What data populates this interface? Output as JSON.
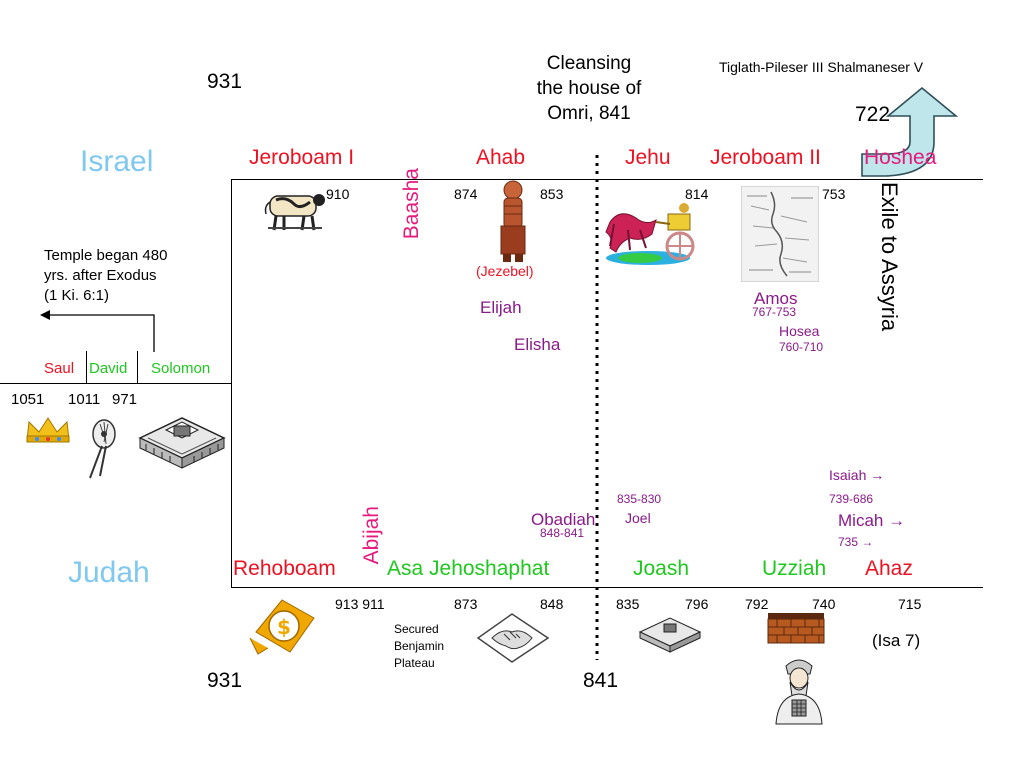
{
  "colors": {
    "kingdom": "#7fc8f0",
    "bad_king": "#ee1122",
    "good_king": "#1ec81e",
    "prophet": "#8a1a8a",
    "magenta_king": "#e6197f"
  },
  "header": {
    "year_931_top": "931",
    "cleansing": [
      "Cleansing",
      "the house of",
      "Omri, 841"
    ],
    "assyria_kings": "Tiglath-Pileser III  Shalmaneser V",
    "year_722": "722",
    "exile": "Exile to Assyria"
  },
  "israel": {
    "label": "Israel",
    "kings": {
      "jeroboam1": "Jeroboam I",
      "baasha": "Baasha",
      "ahab": "Ahab",
      "jehu": "Jehu",
      "jeroboam2": "Jeroboam II",
      "hoshea": "Hoshea"
    },
    "years": {
      "y910": "910",
      "y874": "874",
      "y853": "853",
      "y814": "814",
      "y753": "753"
    },
    "jezebel": "(Jezebel)",
    "elijah": "Elijah",
    "elisha": "Elisha",
    "amos": "Amos",
    "amos_years": "767-753",
    "hosea": "Hosea",
    "hosea_years": "760-710"
  },
  "united": {
    "temple_note": [
      "Temple began 480",
      "yrs. after Exodus",
      "(1 Ki. 6:1)"
    ],
    "saul": "Saul",
    "david": "David",
    "solomon": "Solomon",
    "y1051": "1051",
    "y1011": "1011",
    "y971": "971"
  },
  "judah": {
    "label": "Judah",
    "kings": {
      "rehoboam": "Rehoboam",
      "abijah": "Abijah",
      "asa_jehoshaphat": "Asa Jehoshaphat",
      "joash": "Joash",
      "uzziah": "Uzziah",
      "ahaz": "Ahaz"
    },
    "years": {
      "y913_911": "913 911",
      "y873": "873",
      "y848": "848",
      "y835": "835",
      "y796": "796",
      "y792": "792",
      "y740": "740",
      "y715": "715"
    },
    "secured": [
      "Secured",
      "Benjamin",
      "Plateau"
    ],
    "isa7": "(Isa 7)",
    "obadiah": "Obadiah",
    "obadiah_years": "848-841",
    "joel_years": "835-830",
    "joel": "Joel",
    "isaiah": "Isaiah →",
    "isaiah_years": "739-686",
    "micah": "Micah →",
    "micah_years": "735 →",
    "year_931_bottom": "931",
    "year_841_bottom": "841"
  },
  "icons": [
    "calf-icon",
    "idol-icon",
    "chariot-icon",
    "map-icon",
    "crown-icon",
    "harp-icon",
    "temple-icon",
    "money-icon",
    "handshake-icon",
    "wall-icon",
    "priest-icon",
    "arrow-up-icon"
  ]
}
